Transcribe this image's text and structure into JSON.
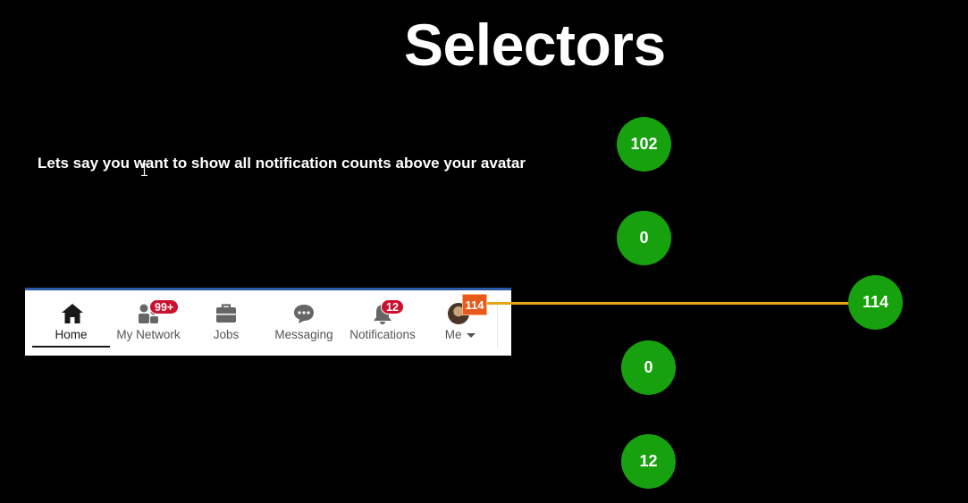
{
  "slide": {
    "title": "Selectors",
    "subtitle": "Lets say you want to show all notification counts above your avatar"
  },
  "navbar": {
    "items": [
      {
        "key": "home",
        "label": "Home",
        "icon": "home-icon",
        "active": true
      },
      {
        "key": "network",
        "label": "My Network",
        "icon": "people-icon",
        "badge": "99+"
      },
      {
        "key": "jobs",
        "label": "Jobs",
        "icon": "briefcase-icon"
      },
      {
        "key": "messaging",
        "label": "Messaging",
        "icon": "chat-bubble-icon"
      },
      {
        "key": "notifications",
        "label": "Notifications",
        "icon": "bell-icon",
        "badge": "12"
      },
      {
        "key": "me",
        "label": "Me",
        "icon": "avatar",
        "dropdown": true
      }
    ],
    "avatar_total": "114"
  },
  "counts": {
    "c1": "102",
    "c2": "0",
    "total": "114",
    "c3": "0",
    "c4": "12"
  },
  "colors": {
    "circle": "#17a10e",
    "connector": "#e8a317",
    "badge": "#cb112d",
    "avatar_count": "#e85a1c",
    "navbar_border": "#2b5aa8"
  }
}
